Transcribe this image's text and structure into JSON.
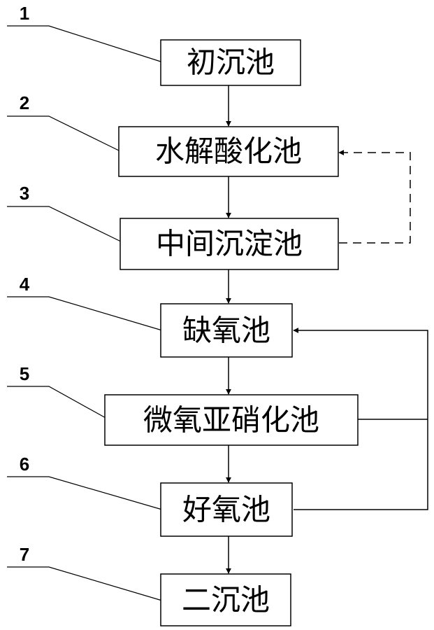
{
  "nodes": [
    {
      "number": "1",
      "label": "初沉池"
    },
    {
      "number": "2",
      "label": "水解酸化池"
    },
    {
      "number": "3",
      "label": "中间沉淀池"
    },
    {
      "number": "4",
      "label": "缺氧池"
    },
    {
      "number": "5",
      "label": "微氧亚硝化池"
    },
    {
      "number": "6",
      "label": "好氧池"
    },
    {
      "number": "7",
      "label": "二沉池"
    }
  ],
  "colors": {
    "line": "#000000",
    "background": "#ffffff"
  }
}
